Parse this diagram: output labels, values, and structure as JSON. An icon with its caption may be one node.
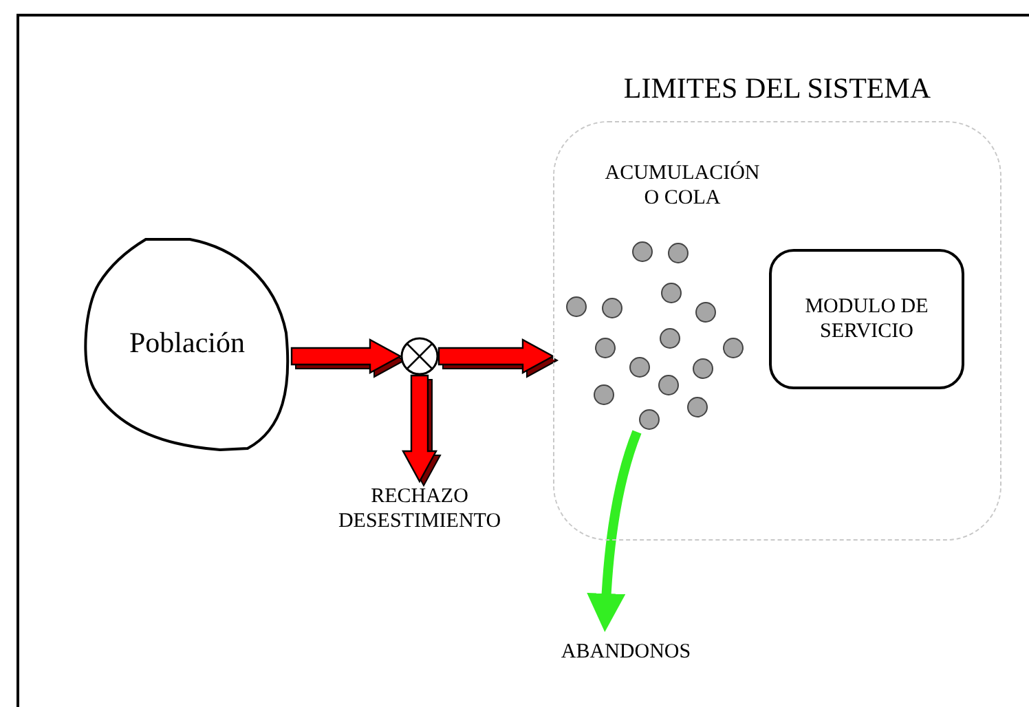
{
  "diagram": {
    "nodes": [
      {
        "text": [
          "Población"
        ]
      },
      {
        "text": [],
        "shape": "circle"
      },
      {
        "text": [
          "LIMITES DEL SISTEMA"
        ]
      },
      {
        "text": [
          "ACUMULACIÓN O COLA"
        ],
        "in": 2
      },
      {
        "text": [
          "MODULO DE SERVICIO"
        ],
        "in": 2
      },
      {
        "text": [
          "RECHAZO DESESTIMIENTO"
        ]
      },
      {
        "text": [
          "ABANDONOS"
        ]
      }
    ],
    "edges": [
      {
        "from": 0,
        "to": 1,
        "arrow": "to",
        "style": "thick"
      },
      {
        "from": 1,
        "to": 2,
        "arrow": "to",
        "style": "thick"
      },
      {
        "from": 1,
        "to": 5,
        "arrow": "to",
        "style": "thick"
      },
      {
        "from": 3,
        "to": 6,
        "arrow": "to",
        "color": "#33ee22"
      }
    ]
  }
}
